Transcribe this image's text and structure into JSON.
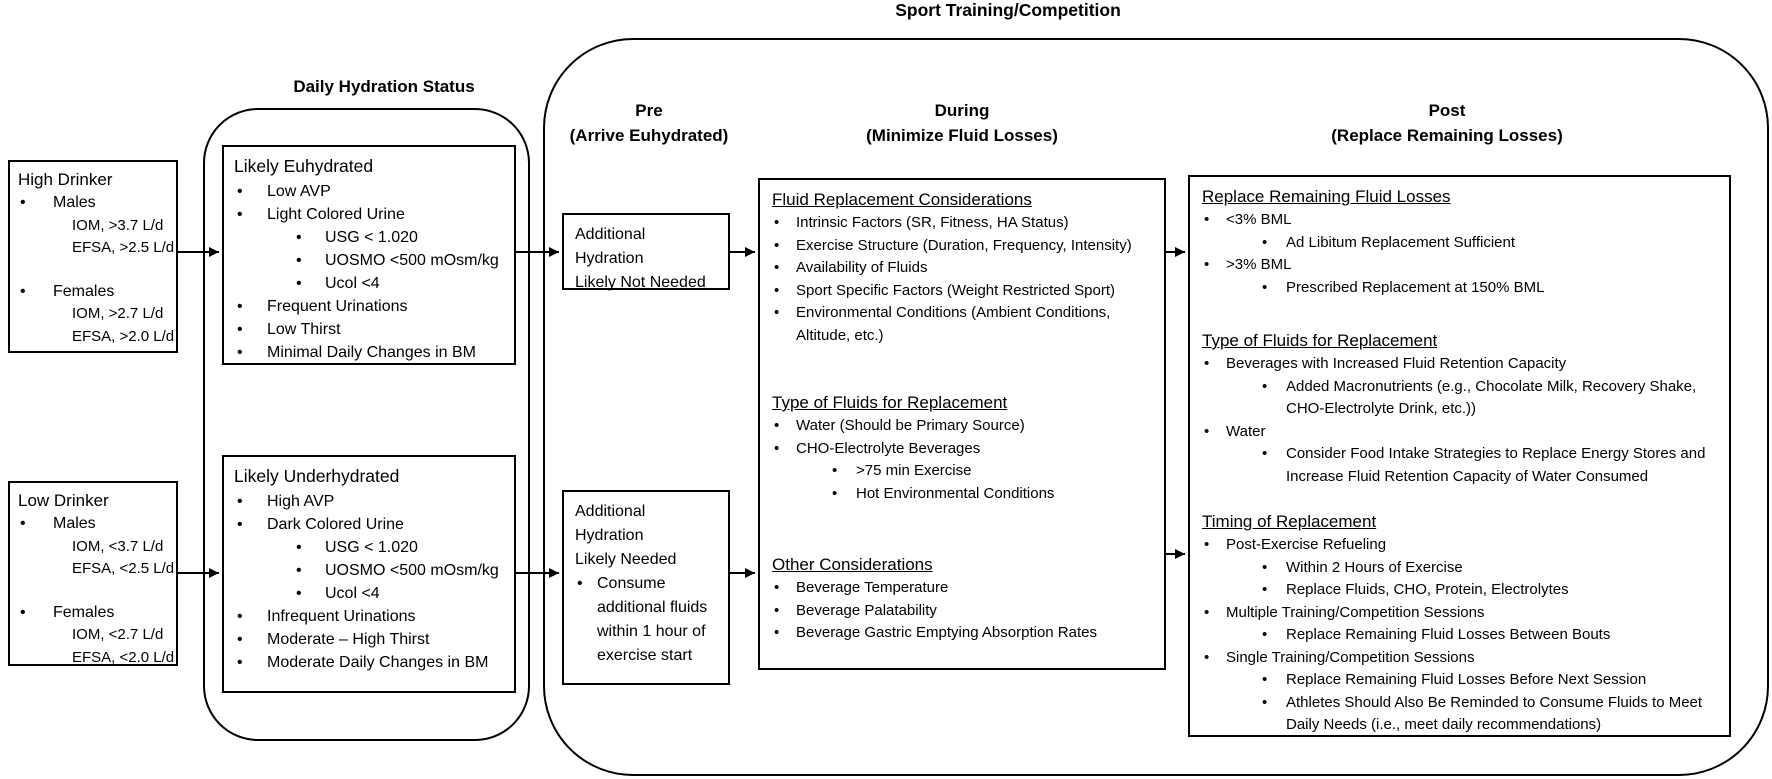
{
  "title": "Sport Training/Competition",
  "colors": {
    "line": "#000000",
    "background": "#ffffff",
    "text": "#000000"
  },
  "left_column": {
    "high_drinker": {
      "title": "High Drinker",
      "items": [
        {
          "text": "Males",
          "subs": [
            "IOM, >3.7 L/d",
            "EFSA, >2.5 L/d"
          ]
        },
        {
          "text": "Females",
          "subs": [
            "IOM, >2.7 L/d",
            "EFSA, >2.0 L/d"
          ]
        }
      ]
    },
    "low_drinker": {
      "title": "Low Drinker",
      "items": [
        {
          "text": "Males",
          "subs": [
            "IOM, <3.7 L/d",
            "EFSA, <2.5 L/d"
          ]
        },
        {
          "text": "Females",
          "subs": [
            "IOM, <2.7 L/d",
            "EFSA, <2.0 L/d"
          ]
        }
      ]
    }
  },
  "daily_hydration": {
    "title": "Daily Hydration Status",
    "euhydrated": {
      "title": "Likely Euhydrated",
      "items": [
        {
          "text": "Low AVP"
        },
        {
          "text": "Light Colored Urine",
          "subs": [
            "USG < 1.020",
            "UOSMO <500 mOsm/kg",
            "Ucol <4"
          ]
        },
        {
          "text": "Frequent Urinations"
        },
        {
          "text": "Low Thirst"
        },
        {
          "text": "Minimal Daily Changes in BM"
        }
      ]
    },
    "underhydrated": {
      "title": "Likely Underhydrated",
      "items": [
        {
          "text": "High AVP"
        },
        {
          "text": "Dark Colored Urine",
          "subs": [
            "USG < 1.020",
            "UOSMO <500 mOsm/kg",
            "Ucol <4"
          ]
        },
        {
          "text": "Infrequent Urinations"
        },
        {
          "text": "Moderate – High Thirst"
        },
        {
          "text": "Moderate Daily Changes in BM"
        }
      ]
    }
  },
  "sport": {
    "pre": {
      "header": [
        "Pre",
        "(Arrive Euhydrated)"
      ],
      "not_needed_box": {
        "lines": [
          "Additional",
          "Hydration",
          "Likely Not Needed"
        ]
      },
      "needed_box": {
        "lines": [
          "Additional",
          "Hydration",
          "Likely Needed"
        ],
        "items": [
          {
            "text": "Consume additional fluids within 1 hour of exercise start"
          }
        ]
      }
    },
    "during": {
      "header": [
        "During",
        "(Minimize Fluid Losses)"
      ],
      "sections": [
        {
          "title": "Fluid Replacement Considerations",
          "items": [
            {
              "text": "Intrinsic Factors (SR, Fitness, HA Status)"
            },
            {
              "text": "Exercise Structure (Duration, Frequency, Intensity)"
            },
            {
              "text": "Availability of Fluids"
            },
            {
              "text": "Sport Specific Factors (Weight Restricted Sport)"
            },
            {
              "text": "Environmental Conditions (Ambient Conditions, Altitude, etc.)"
            }
          ]
        },
        {
          "title": "Type of Fluids for Replacement",
          "items": [
            {
              "text": "Water (Should be Primary Source)"
            },
            {
              "text": "CHO-Electrolyte Beverages",
              "subs": [
                ">75 min Exercise",
                "Hot Environmental Conditions"
              ]
            }
          ]
        },
        {
          "title": "Other Considerations",
          "items": [
            {
              "text": "Beverage Temperature"
            },
            {
              "text": "Beverage Palatability"
            },
            {
              "text": "Beverage Gastric Emptying Absorption Rates"
            }
          ]
        }
      ]
    },
    "post": {
      "header": [
        "Post",
        "(Replace Remaining Losses)"
      ],
      "sections": [
        {
          "title": "Replace Remaining Fluid Losses",
          "items": [
            {
              "text": "<3% BML",
              "subs": [
                "Ad Libitum Replacement Sufficient"
              ]
            },
            {
              "text": ">3% BML",
              "subs": [
                "Prescribed Replacement at 150% BML"
              ]
            }
          ]
        },
        {
          "title": "Type of Fluids for Replacement",
          "items": [
            {
              "text": "Beverages with Increased Fluid Retention Capacity",
              "subs": [
                "Added Macronutrients (e.g., Chocolate Milk, Recovery Shake, CHO-Electrolyte Drink, etc.))"
              ]
            },
            {
              "text": "Water",
              "subs": [
                "Consider Food Intake Strategies to Replace Energy Stores and Increase Fluid Retention Capacity of Water Consumed"
              ]
            }
          ]
        },
        {
          "title": "Timing of Replacement",
          "items": [
            {
              "text": "Post-Exercise Refueling",
              "subs": [
                "Within 2 Hours of Exercise",
                "Replace Fluids, CHO, Protein, Electrolytes"
              ]
            },
            {
              "text": "Multiple Training/Competition Sessions",
              "subs": [
                "Replace Remaining Fluid Losses Between Bouts"
              ]
            },
            {
              "text": "Single Training/Competition Sessions",
              "subs": [
                "Replace Remaining Fluid Losses Before Next Session",
                "Athletes Should Also Be Reminded to Consume Fluids to Meet Daily Needs (i.e., meet daily recommendations)"
              ]
            }
          ]
        }
      ]
    }
  }
}
